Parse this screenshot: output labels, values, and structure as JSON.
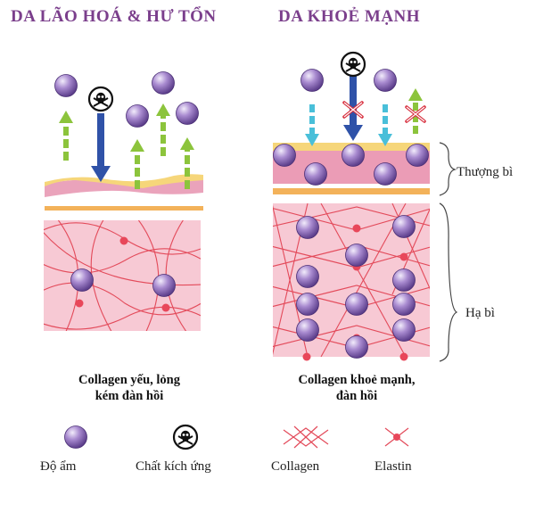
{
  "titles": {
    "left": "DA LÃO HOÁ & HƯ TỔN",
    "right": "DA KHOẺ MẠNH"
  },
  "captions": {
    "left_line1": "Collagen yếu, lỏng",
    "left_line2": "kém đàn hồi",
    "right_line1": "Collagen khoẻ mạnh,",
    "right_line2": "đàn hồi"
  },
  "layers": {
    "epidermis": "Thượng bì",
    "dermis": "Hạ bì"
  },
  "legend": {
    "moisture": "Độ ẩm",
    "irritant": "Chất kích ứng",
    "collagen": "Collagen",
    "elastin": "Elastin"
  },
  "colors": {
    "title": "#7b3f8c",
    "moisture_ball": "#8e6bb8",
    "collagen_line": "#e34a5a",
    "dermis_fill": "#f6c6d2",
    "epidermis_fill": "#eb9cb6",
    "yellow_band": "#f6d67a",
    "arrow_in": "#2f52a8",
    "arrow_out": "#8cc43c",
    "arrow_blocked": "#49bfd9"
  }
}
